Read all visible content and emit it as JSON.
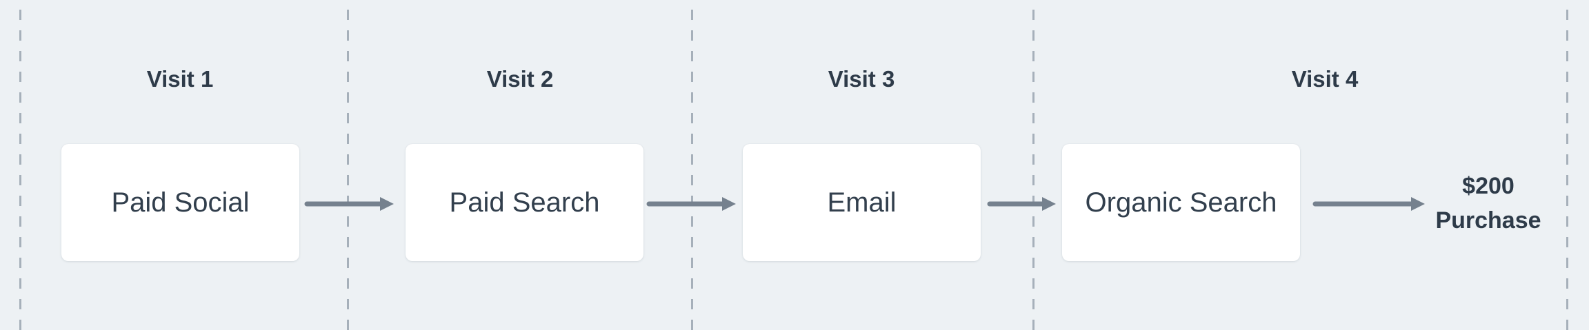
{
  "colors": {
    "bg": "#edf1f4",
    "card-bg": "#ffffff",
    "heading": "#2e3b49",
    "label": "#323f4d",
    "arrow": "#75818e",
    "dash": "#a6b0ba"
  },
  "journey": {
    "steps": [
      {
        "visit": "Visit 1",
        "channel": "Paid Social"
      },
      {
        "visit": "Visit 2",
        "channel": "Paid Search"
      },
      {
        "visit": "Visit 3",
        "channel": "Email"
      },
      {
        "visit": "Visit 4",
        "channel": "Organic Search"
      }
    ],
    "conversion": {
      "amount": "$200",
      "event": "Purchase"
    }
  }
}
